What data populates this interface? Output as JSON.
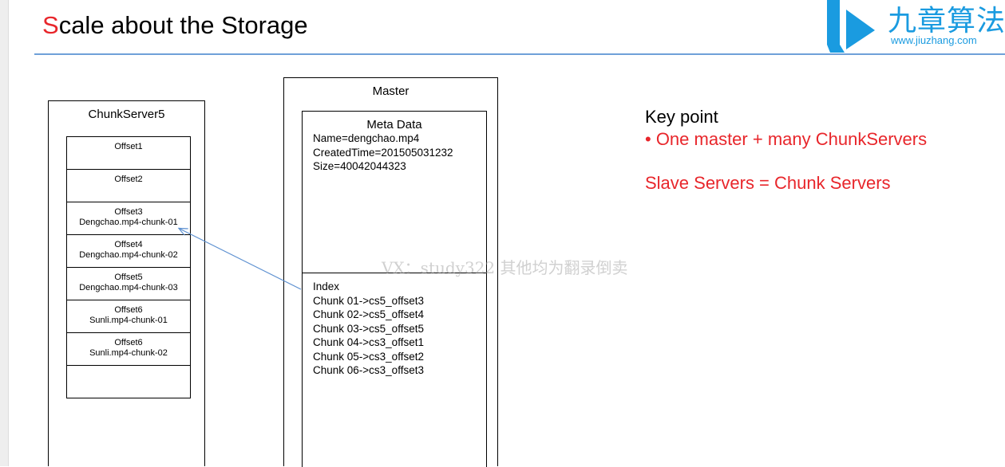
{
  "header": {
    "title_first": "S",
    "title_rest": "cale about the Storage",
    "logo_cn": "九章算法",
    "logo_url": "www.jiuzhang.com",
    "accent_color": "#e8262b",
    "logo_color": "#1a9be0"
  },
  "chunkserver": {
    "title": "ChunkServer5",
    "offsets": [
      {
        "offset": "Offset1",
        "chunk": ""
      },
      {
        "offset": "Offset2",
        "chunk": ""
      },
      {
        "offset": "Offset3",
        "chunk": "Dengchao.mp4-chunk-01"
      },
      {
        "offset": "Offset4",
        "chunk": "Dengchao.mp4-chunk-02"
      },
      {
        "offset": "Offset5",
        "chunk": "Dengchao.mp4-chunk-03"
      },
      {
        "offset": "Offset6",
        "chunk": "Sunli.mp4-chunk-01"
      },
      {
        "offset": "Offset6",
        "chunk": "Sunli.mp4-chunk-02"
      },
      {
        "offset": "",
        "chunk": ""
      }
    ]
  },
  "master": {
    "title": "Master",
    "meta_data": {
      "heading": "Meta Data",
      "lines": [
        "Name=dengchao.mp4",
        "CreatedTime=201505031232",
        "Size=40042044323"
      ]
    },
    "index": {
      "heading": "Index",
      "lines": [
        "Chunk 01->cs5_offset3",
        "Chunk 02->cs5_offset4",
        "Chunk 03->cs5_offset5",
        "Chunk 04->cs3_offset1",
        "Chunk 05->cs3_offset2",
        "Chunk 06->cs3_offset3"
      ]
    }
  },
  "keypoint": {
    "heading": "Key point",
    "bullet": "• One master + many ChunkServers",
    "line": "Slave Servers = Chunk Servers"
  },
  "watermark": "VX：study322 其他均为翻录倒卖"
}
